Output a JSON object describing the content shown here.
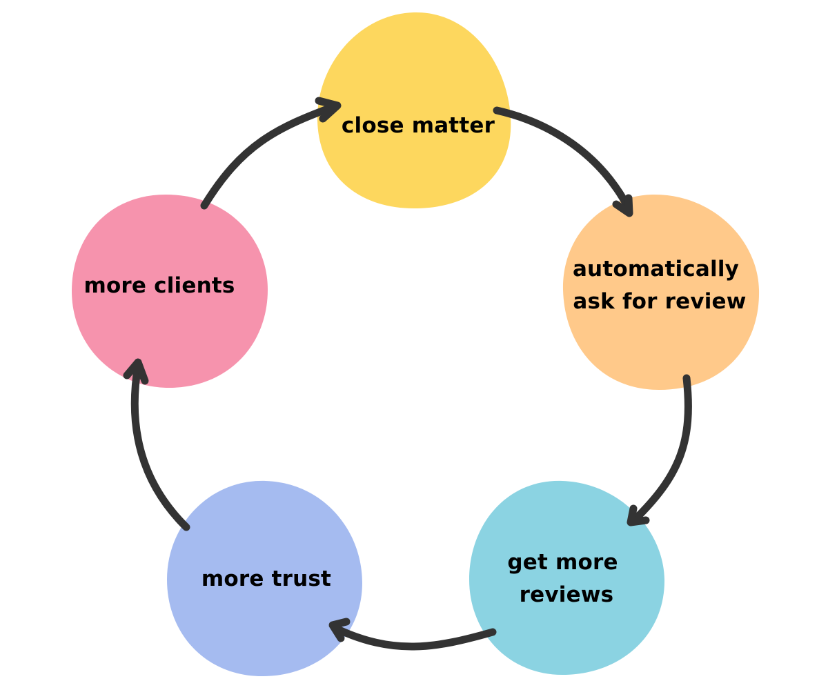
{
  "diagram": {
    "type": "cycle",
    "title": "",
    "arrow_color": "#333333",
    "nodes": [
      {
        "id": "close-matter",
        "lines": [
          "close matter"
        ],
        "color": "#FDD75E"
      },
      {
        "id": "ask-for-review",
        "lines": [
          "automatically",
          "ask for review"
        ],
        "color": "#FFC98A"
      },
      {
        "id": "get-more-reviews",
        "lines": [
          "get more",
          "reviews"
        ],
        "color": "#8BD3E2"
      },
      {
        "id": "more-trust",
        "lines": [
          "more  trust"
        ],
        "color": "#A5BBF0"
      },
      {
        "id": "more-clients",
        "lines": [
          "more  clients"
        ],
        "color": "#F693AD"
      }
    ],
    "edges": [
      {
        "from": "close-matter",
        "to": "ask-for-review"
      },
      {
        "from": "ask-for-review",
        "to": "get-more-reviews"
      },
      {
        "from": "get-more-reviews",
        "to": "more-trust"
      },
      {
        "from": "more-trust",
        "to": "more-clients"
      },
      {
        "from": "more-clients",
        "to": "close-matter"
      }
    ]
  }
}
